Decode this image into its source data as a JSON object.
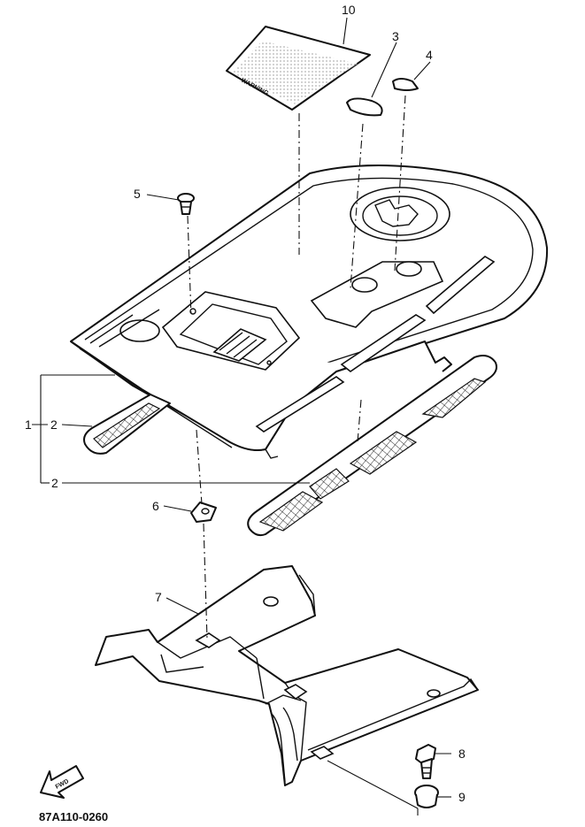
{
  "diagram": {
    "labels": {
      "p1": "1",
      "p2a": "2",
      "p2b": "2",
      "p3": "3",
      "p4": "4",
      "p5": "5",
      "p6": "6",
      "p7": "7",
      "p8": "8",
      "p9": "9",
      "p10": "10"
    },
    "decal_text": "WARNING",
    "fwd_text": "FWD",
    "drawing_code": "87A110-0260",
    "colors": {
      "line": "#111111",
      "background": "#ffffff"
    }
  }
}
